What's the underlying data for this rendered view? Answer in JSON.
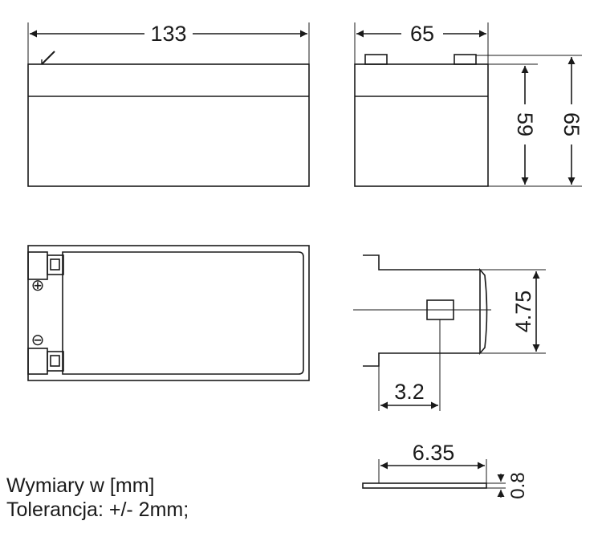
{
  "dimensions": {
    "length": "133",
    "width": "65",
    "case_height": "59",
    "total_height": "65",
    "terminal_width": "4.75",
    "terminal_hole_offset": "3.2",
    "terminal_length": "6.35",
    "terminal_thickness": "0.8"
  },
  "symbols": {
    "positive": "⊕",
    "negative": "⊖"
  },
  "notes": {
    "units": "Wymiary w [mm]",
    "tolerance": "Tolerancja: +/- 2mm;"
  },
  "colors": {
    "line": "#1a1a1a",
    "background": "#ffffff"
  }
}
